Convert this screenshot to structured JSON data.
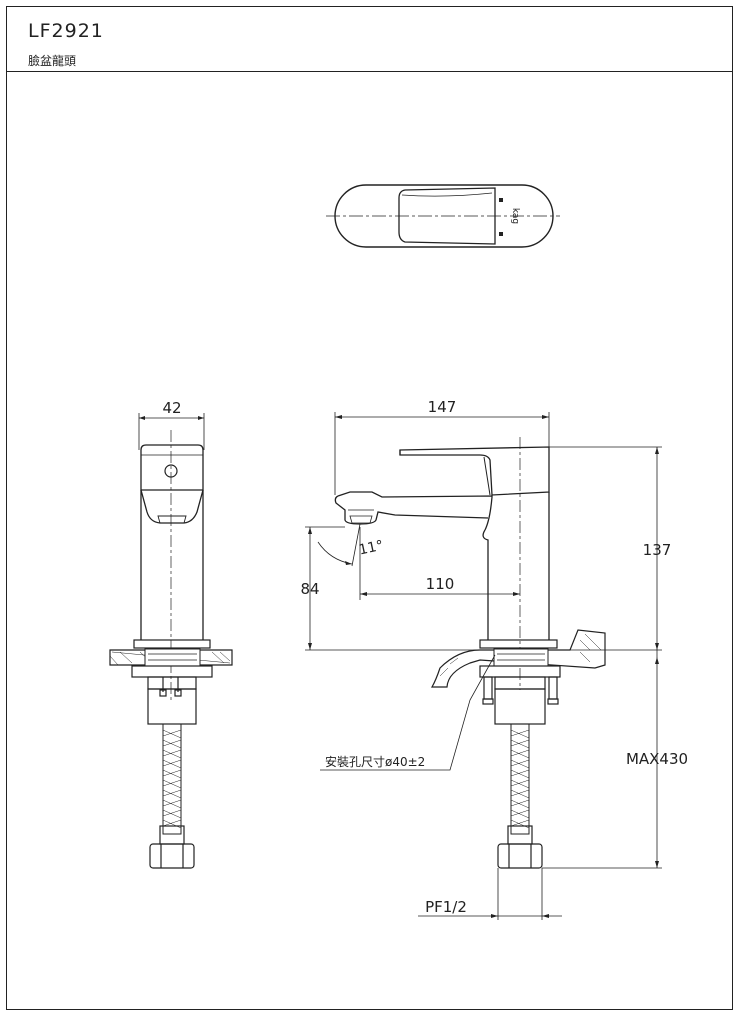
{
  "header": {
    "model": "LF2921",
    "product_name": "臉盆龍頭"
  },
  "dimensions": {
    "side_width": "42",
    "front_width": "147",
    "height_total": "137",
    "spout_height": "84",
    "reach": "110",
    "angle": "11°",
    "max_length": "MAX430",
    "hole_size": "安裝孔尺寸ø40±2",
    "thread": "PF1/2"
  },
  "logo_text": "kag"
}
